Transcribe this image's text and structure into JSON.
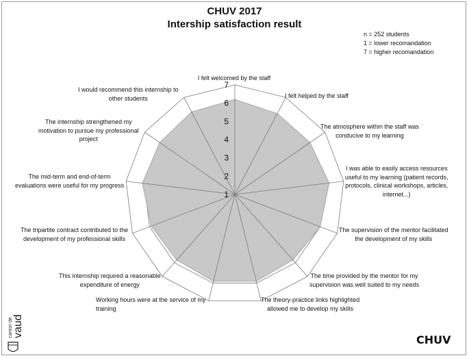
{
  "header": {
    "title_line1": "CHUV 2017",
    "title_line2": "Intership satisfaction result"
  },
  "notes": {
    "n": "n = 252 students",
    "low": "1 = lower recomandation",
    "high": "7 = higher recomandation"
  },
  "branding": {
    "vaud_logo_text": "canton de vaud",
    "chuv_logo_text": "CHUV"
  },
  "colors": {
    "fill": "#c8c8c8",
    "fill_stroke": "#a8a8a8",
    "grid": "#7a7a7a"
  },
  "chart_data": {
    "type": "radar",
    "title": "CHUV 2017 Intership satisfaction result",
    "rlim": [
      1,
      7
    ],
    "ticks": [
      "1",
      "2",
      "3",
      "4",
      "5",
      "6",
      "7"
    ],
    "grid": true,
    "categories": [
      "I felt welcomed by the staff",
      "I felt helped by the staff",
      "The atmosphere within the staff was conducive to my learning",
      "I was able to easily access resources useful to my learning (patient records, protocols, clinical workshops, articles, internet...)",
      "The supervision of the mentor facilitated the development of my skills",
      "The time provided by the mentor for my supervision was well suited to my needs",
      "The theory-practice links highlighted allowed me to develop my skills",
      "Working hours were at the service of my training",
      "This internship required a reasonable expenditure of energy",
      "The tripartite contract contributed to the development of my professional skills",
      "The mid-term and end-of-term evaluations were useful for my progress",
      "The internship strengthened my motivation to pursue my professional project",
      "I would recommend this internship to other students"
    ],
    "label_lines": [
      [
        "I felt welcomed by the staff"
      ],
      [
        "I felt helped by the staff"
      ],
      [
        "The atmosphere within the staff was",
        "conducive to my learning"
      ],
      [
        "I was able to easily access resources",
        "useful to my learning (patient records,",
        "protocols, clinical workshops, articles,",
        "internet...)"
      ],
      [
        "The supervision of the mentor facilitated",
        "the development of my skills"
      ],
      [
        "The time provided by the mentor for my",
        "supervision was well suited to my needs"
      ],
      [
        "The theory-practice links highlighted",
        "allowed me to develop my skills"
      ],
      [
        "Working hours were at the service of my",
        "training"
      ],
      [
        "This internship required a reasonable",
        "expenditure of energy"
      ],
      [
        "The tripartite contract contributed to the",
        "development of my professional skills"
      ],
      [
        "The mid-term and end-of-term",
        "evaluations were useful for my progress"
      ],
      [
        "The internship strengthened my",
        "motivation to pursue my professional",
        "project"
      ],
      [
        "I would recommend this internship to",
        "other students"
      ]
    ],
    "series": [
      {
        "values": [
          6.2,
          6.0,
          6.0,
          6.2,
          6.0,
          5.8,
          5.9,
          5.9,
          5.8,
          5.9,
          6.1,
          6.0,
          6.1
        ]
      }
    ]
  }
}
